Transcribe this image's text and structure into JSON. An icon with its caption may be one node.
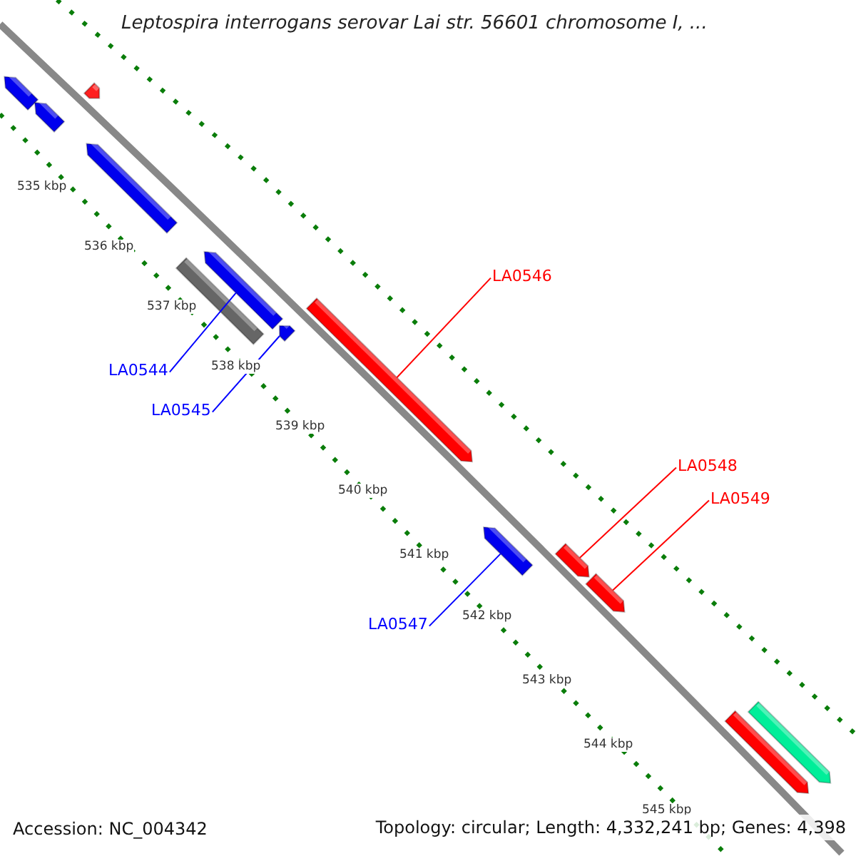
{
  "diagram": {
    "title": "Leptospira interrogans serovar Lai str. 56601 chromosome I, ...",
    "nodes": [
      {
        "text": [
          "LA0544"
        ]
      },
      {
        "text": [
          "LA0545"
        ]
      },
      {
        "text": [
          "LA0546"
        ]
      },
      {
        "text": [
          "LA0547"
        ]
      },
      {
        "text": [
          "LA0548"
        ]
      },
      {
        "text": [
          "LA0549"
        ]
      },
      {
        "text": [],
        "shape": "bar"
      },
      {
        "text": [],
        "shape": "bar"
      },
      {
        "text": [],
        "shape": "bar"
      },
      {
        "text": [],
        "shape": "bar"
      },
      {
        "text": [],
        "shape": "bar"
      },
      {
        "text": [],
        "shape": "bar"
      },
      {
        "text": [],
        "shape": "bar"
      },
      {
        "text": [],
        "shape": "bar"
      },
      {
        "text": [],
        "shape": "bar"
      },
      {
        "text": [],
        "shape": "bar"
      },
      {
        "text": [],
        "shape": "bar"
      },
      {
        "text": [],
        "shape": "bar"
      },
      {
        "text": [],
        "shape": "bar"
      }
    ],
    "edges": [
      {
        "from": 0,
        "to": 10,
        "arrow": "none",
        "color": "#0000ff"
      },
      {
        "from": 1,
        "to": 12,
        "arrow": "none",
        "color": "#0000ff"
      },
      {
        "from": 2,
        "to": 13,
        "arrow": "none",
        "color": "#ff0000"
      },
      {
        "from": 3,
        "to": 14,
        "arrow": "none",
        "color": "#0000ff"
      },
      {
        "from": 4,
        "to": 15,
        "arrow": "none",
        "color": "#ff0000"
      },
      {
        "from": 5,
        "to": 16,
        "arrow": "none",
        "color": "#ff0000"
      }
    ],
    "labels": [
      "535 kbp",
      "536 kbp",
      "537 kbp",
      "538 kbp",
      "539 kbp",
      "540 kbp",
      "541 kbp",
      "542 kbp",
      "543 kbp",
      "544 kbp",
      "545 kbp",
      "Accession: NC_004342",
      "Topology: circular; Length: 4,332,241 bp; Genes: 4,398"
    ]
  }
}
